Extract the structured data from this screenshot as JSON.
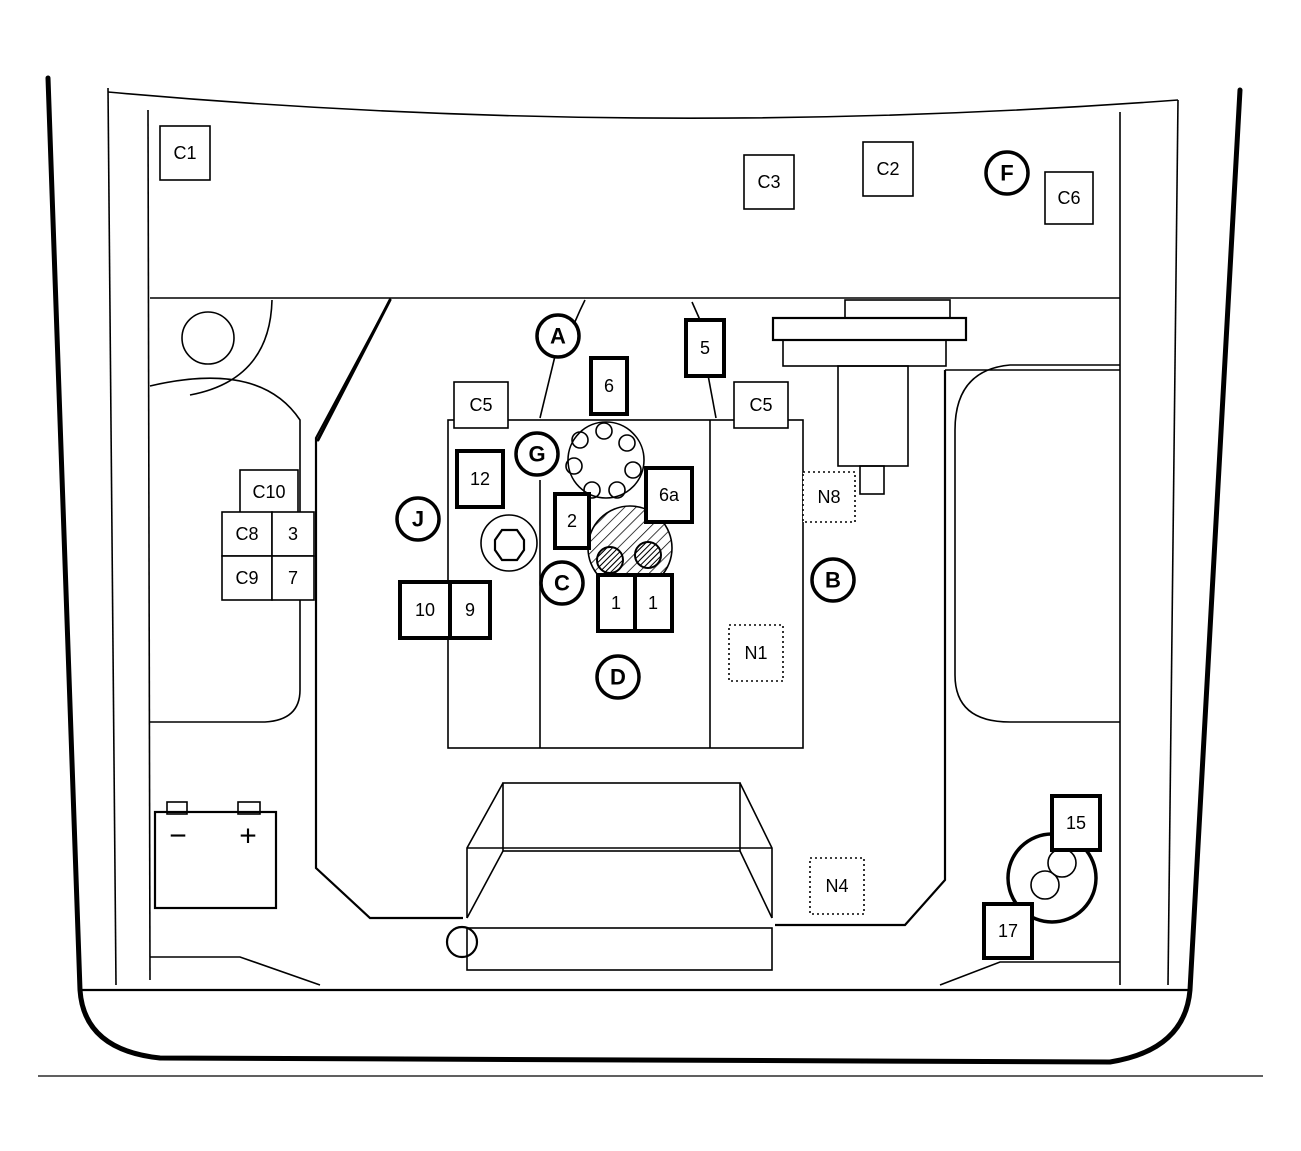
{
  "connectors": {
    "c1": "C1",
    "c2": "C2",
    "c3": "C3",
    "c6": "C6",
    "c5_left": "C5",
    "c5_right": "C5",
    "c10": "C10",
    "c8": "C8",
    "c9": "C9"
  },
  "components": {
    "n1": "1",
    "n1b": "1",
    "n2": "2",
    "n3": "3",
    "n5": "5",
    "n6": "6",
    "n6a": "6a",
    "n7": "7",
    "n9": "9",
    "n10": "10",
    "n12": "12",
    "n15": "15",
    "n17": "17"
  },
  "grounds": {
    "n1": "N1",
    "n4": "N4",
    "n8": "N8"
  },
  "locations": {
    "a": "A",
    "b": "B",
    "c": "C",
    "d": "D",
    "f": "F",
    "g": "G",
    "j": "J"
  },
  "battery": {
    "negative": "−",
    "positive": "+"
  }
}
